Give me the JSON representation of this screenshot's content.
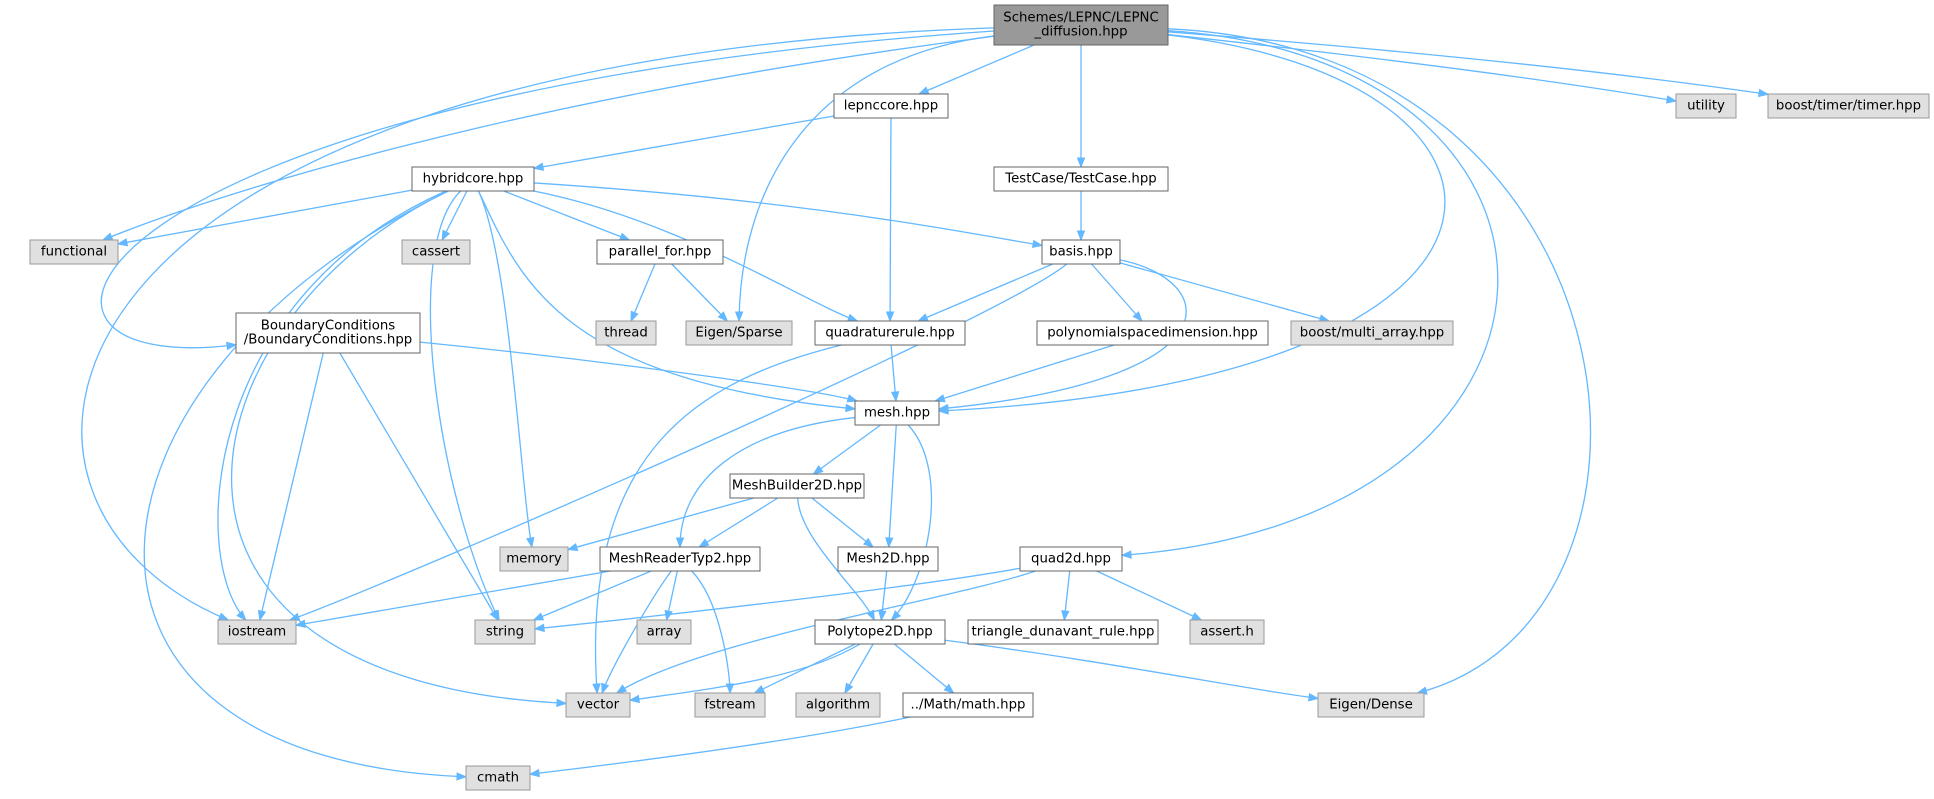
{
  "graph": {
    "nodes": [
      {
        "id": "root",
        "lines": [
          "Schemes/LEPNC/LEPNC",
          "_diffusion.hpp"
        ],
        "kind": "root"
      },
      {
        "id": "lepnccore",
        "lines": [
          "lepnccore.hpp"
        ],
        "kind": "file"
      },
      {
        "id": "testcase",
        "lines": [
          "TestCase/TestCase.hpp"
        ],
        "kind": "file"
      },
      {
        "id": "utility",
        "lines": [
          "utility"
        ],
        "kind": "system"
      },
      {
        "id": "boosttimer",
        "lines": [
          "boost/timer/timer.hpp"
        ],
        "kind": "system"
      },
      {
        "id": "hybridcore",
        "lines": [
          "hybridcore.hpp"
        ],
        "kind": "file"
      },
      {
        "id": "functional",
        "lines": [
          "functional"
        ],
        "kind": "system"
      },
      {
        "id": "cassert",
        "lines": [
          "cassert"
        ],
        "kind": "system"
      },
      {
        "id": "parallelfor",
        "lines": [
          "parallel_for.hpp"
        ],
        "kind": "file"
      },
      {
        "id": "basis",
        "lines": [
          "basis.hpp"
        ],
        "kind": "file"
      },
      {
        "id": "boundary",
        "lines": [
          "BoundaryConditions",
          "/BoundaryConditions.hpp"
        ],
        "kind": "file"
      },
      {
        "id": "thread",
        "lines": [
          "thread"
        ],
        "kind": "system"
      },
      {
        "id": "eigensparse",
        "lines": [
          "Eigen/Sparse"
        ],
        "kind": "system"
      },
      {
        "id": "quadrule",
        "lines": [
          "quadraturerule.hpp"
        ],
        "kind": "file"
      },
      {
        "id": "polydim",
        "lines": [
          "polynomialspacedimension.hpp"
        ],
        "kind": "file"
      },
      {
        "id": "boostmulti",
        "lines": [
          "boost/multi_array.hpp"
        ],
        "kind": "system"
      },
      {
        "id": "mesh",
        "lines": [
          "mesh.hpp"
        ],
        "kind": "file"
      },
      {
        "id": "meshbuilder",
        "lines": [
          "MeshBuilder2D.hpp"
        ],
        "kind": "file"
      },
      {
        "id": "memory",
        "lines": [
          "memory"
        ],
        "kind": "system"
      },
      {
        "id": "meshreader",
        "lines": [
          "MeshReaderTyp2.hpp"
        ],
        "kind": "file"
      },
      {
        "id": "mesh2d",
        "lines": [
          "Mesh2D.hpp"
        ],
        "kind": "file"
      },
      {
        "id": "quad2d",
        "lines": [
          "quad2d.hpp"
        ],
        "kind": "file"
      },
      {
        "id": "iostream",
        "lines": [
          "iostream"
        ],
        "kind": "system"
      },
      {
        "id": "string",
        "lines": [
          "string"
        ],
        "kind": "system"
      },
      {
        "id": "array",
        "lines": [
          "array"
        ],
        "kind": "system"
      },
      {
        "id": "polytope",
        "lines": [
          "Polytope2D.hpp"
        ],
        "kind": "file"
      },
      {
        "id": "triangle",
        "lines": [
          "triangle_dunavant_rule.hpp"
        ],
        "kind": "file"
      },
      {
        "id": "asserth",
        "lines": [
          "assert.h"
        ],
        "kind": "system"
      },
      {
        "id": "vector",
        "lines": [
          "vector"
        ],
        "kind": "system"
      },
      {
        "id": "fstream",
        "lines": [
          "fstream"
        ],
        "kind": "system"
      },
      {
        "id": "algorithm",
        "lines": [
          "algorithm"
        ],
        "kind": "system"
      },
      {
        "id": "mathhpp",
        "lines": [
          "../Math/math.hpp"
        ],
        "kind": "file"
      },
      {
        "id": "eigendense",
        "lines": [
          "Eigen/Dense"
        ],
        "kind": "system"
      },
      {
        "id": "cmath",
        "lines": [
          "cmath"
        ],
        "kind": "system"
      }
    ],
    "edges": [
      [
        "root",
        "lepnccore"
      ],
      [
        "root",
        "testcase"
      ],
      [
        "root",
        "utility"
      ],
      [
        "root",
        "boosttimer"
      ],
      [
        "root",
        "functional"
      ],
      [
        "root",
        "boundary"
      ],
      [
        "root",
        "iostream"
      ],
      [
        "root",
        "eigensparse"
      ],
      [
        "root",
        "mesh"
      ],
      [
        "root",
        "quad2d"
      ],
      [
        "root",
        "eigendense"
      ],
      [
        "lepnccore",
        "hybridcore"
      ],
      [
        "lepnccore",
        "quadrule"
      ],
      [
        "testcase",
        "basis"
      ],
      [
        "hybridcore",
        "functional"
      ],
      [
        "hybridcore",
        "cassert"
      ],
      [
        "hybridcore",
        "parallelfor"
      ],
      [
        "hybridcore",
        "basis"
      ],
      [
        "hybridcore",
        "quadrule"
      ],
      [
        "hybridcore",
        "mesh"
      ],
      [
        "hybridcore",
        "memory"
      ],
      [
        "hybridcore",
        "string"
      ],
      [
        "hybridcore",
        "iostream"
      ],
      [
        "hybridcore",
        "vector"
      ],
      [
        "hybridcore",
        "cmath"
      ],
      [
        "parallelfor",
        "thread"
      ],
      [
        "parallelfor",
        "eigensparse"
      ],
      [
        "basis",
        "quadrule"
      ],
      [
        "basis",
        "polydim"
      ],
      [
        "basis",
        "boostmulti"
      ],
      [
        "basis",
        "mesh"
      ],
      [
        "basis",
        "iostream"
      ],
      [
        "boundary",
        "mesh"
      ],
      [
        "boundary",
        "iostream"
      ],
      [
        "boundary",
        "string"
      ],
      [
        "quadrule",
        "mesh"
      ],
      [
        "quadrule",
        "vector"
      ],
      [
        "polydim",
        "mesh"
      ],
      [
        "mesh",
        "meshbuilder"
      ],
      [
        "mesh",
        "meshreader"
      ],
      [
        "mesh",
        "mesh2d"
      ],
      [
        "mesh",
        "polytope"
      ],
      [
        "meshbuilder",
        "memory"
      ],
      [
        "meshbuilder",
        "meshreader"
      ],
      [
        "meshbuilder",
        "mesh2d"
      ],
      [
        "meshbuilder",
        "polytope"
      ],
      [
        "meshreader",
        "iostream"
      ],
      [
        "meshreader",
        "string"
      ],
      [
        "meshreader",
        "array"
      ],
      [
        "meshreader",
        "vector"
      ],
      [
        "meshreader",
        "fstream"
      ],
      [
        "mesh2d",
        "polytope"
      ],
      [
        "quad2d",
        "string"
      ],
      [
        "quad2d",
        "vector"
      ],
      [
        "quad2d",
        "triangle"
      ],
      [
        "quad2d",
        "asserth"
      ],
      [
        "polytope",
        "vector"
      ],
      [
        "polytope",
        "fstream"
      ],
      [
        "polytope",
        "algorithm"
      ],
      [
        "polytope",
        "mathhpp"
      ],
      [
        "polytope",
        "eigendense"
      ],
      [
        "mathhpp",
        "cmath"
      ]
    ]
  },
  "colors": {
    "edge": "#63b8ff",
    "file_fill": "#ffffff",
    "system_fill": "#e0e0e0",
    "root_fill": "#999999"
  }
}
